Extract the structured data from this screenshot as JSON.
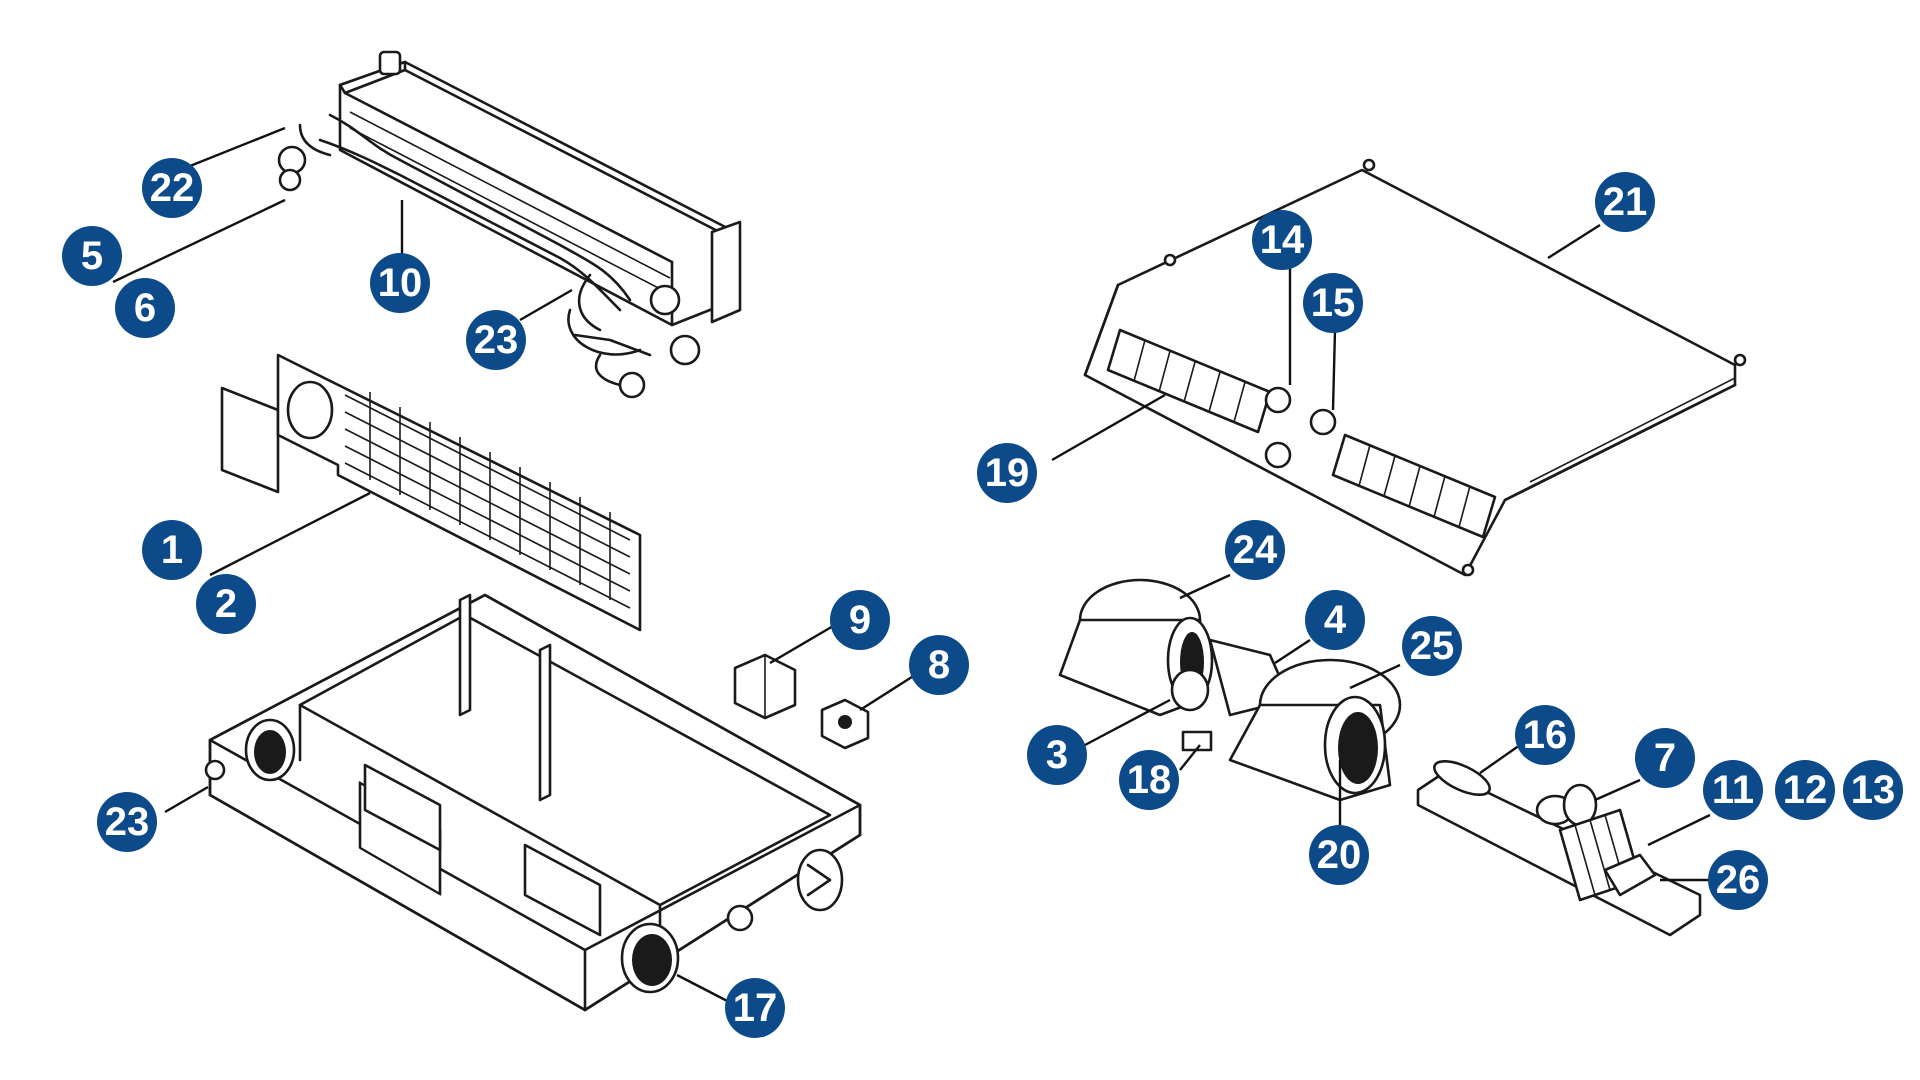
{
  "colors": {
    "callout_fill": "#0d4a8a",
    "callout_text": "#ffffff",
    "line_art": "#1a1a1a",
    "background": "#ffffff"
  },
  "callouts": [
    {
      "id": "c1",
      "label": "1"
    },
    {
      "id": "c2",
      "label": "2"
    },
    {
      "id": "c3",
      "label": "3"
    },
    {
      "id": "c4",
      "label": "4"
    },
    {
      "id": "c5",
      "label": "5"
    },
    {
      "id": "c6",
      "label": "6"
    },
    {
      "id": "c7",
      "label": "7"
    },
    {
      "id": "c8",
      "label": "8"
    },
    {
      "id": "c9",
      "label": "9"
    },
    {
      "id": "c10",
      "label": "10"
    },
    {
      "id": "c11",
      "label": "11"
    },
    {
      "id": "c12",
      "label": "12"
    },
    {
      "id": "c13",
      "label": "13"
    },
    {
      "id": "c14",
      "label": "14"
    },
    {
      "id": "c15",
      "label": "15"
    },
    {
      "id": "c16",
      "label": "16"
    },
    {
      "id": "c17",
      "label": "17"
    },
    {
      "id": "c18",
      "label": "18"
    },
    {
      "id": "c19",
      "label": "19"
    },
    {
      "id": "c20",
      "label": "20"
    },
    {
      "id": "c21",
      "label": "21"
    },
    {
      "id": "c22",
      "label": "22"
    },
    {
      "id": "c23a",
      "label": "23"
    },
    {
      "id": "c23b",
      "label": "23"
    },
    {
      "id": "c24",
      "label": "24"
    },
    {
      "id": "c25",
      "label": "25"
    },
    {
      "id": "c26",
      "label": "26"
    }
  ]
}
